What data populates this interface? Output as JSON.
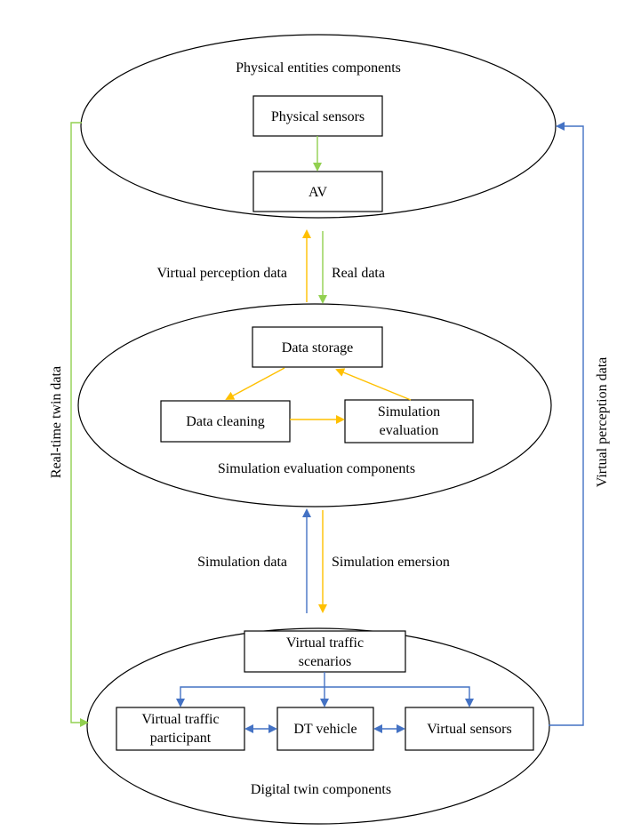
{
  "colors": {
    "green": "#92d050",
    "orange": "#ffc000",
    "blue": "#4472c4"
  },
  "physical": {
    "title": "Physical entities components",
    "sensors": "Physical sensors",
    "av": "AV"
  },
  "simulation": {
    "title": "Simulation evaluation components",
    "storage": "Data storage",
    "cleaning": "Data cleaning",
    "evaluation_line1": "Simulation",
    "evaluation_line2": "evaluation"
  },
  "digital": {
    "title": "Digital twin components",
    "scenarios_line1": "Virtual traffic",
    "scenarios_line2": "scenarios",
    "participant_line1": "Virtual traffic",
    "participant_line2": "participant",
    "dt_vehicle": "DT vehicle",
    "virtual_sensors": "Virtual sensors"
  },
  "flows": {
    "virtual_perception_upper": "Virtual perception data",
    "real_data": "Real data",
    "simulation_data": "Simulation data",
    "simulation_emersion": "Simulation emersion",
    "realtime_twin": "Real-time twin data",
    "virtual_perception_right": "Virtual perception data"
  }
}
